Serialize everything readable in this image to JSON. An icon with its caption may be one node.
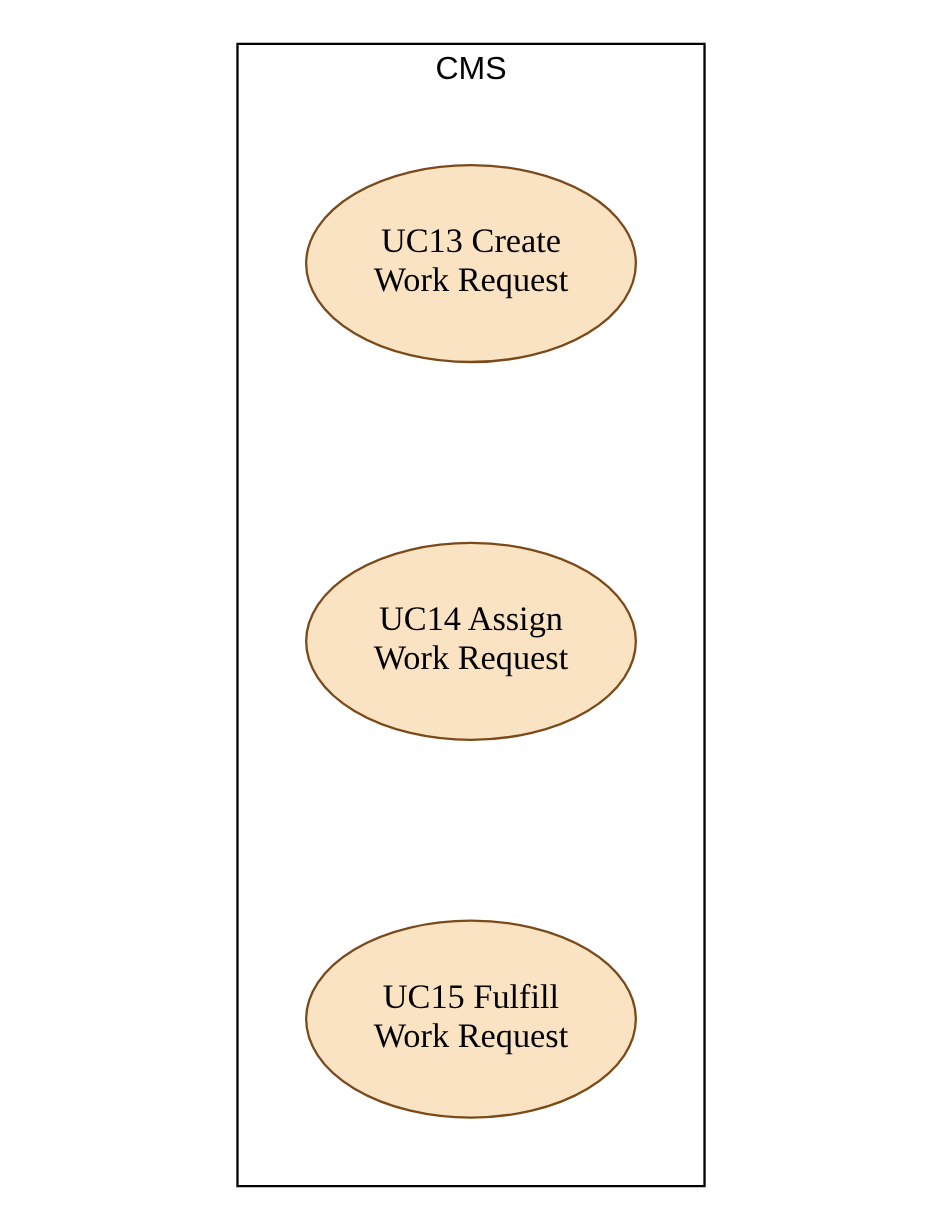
{
  "diagram": {
    "nodes": [
      {
        "text": [
          "CMS"
        ]
      },
      {
        "text": [
          "UC13 Create Work Request"
        ],
        "in": 0
      },
      {
        "text": [
          "UC14 Assign Work Request"
        ],
        "in": 0
      },
      {
        "text": [
          "UC15 Fulfill Work Request"
        ],
        "in": 0
      }
    ]
  }
}
